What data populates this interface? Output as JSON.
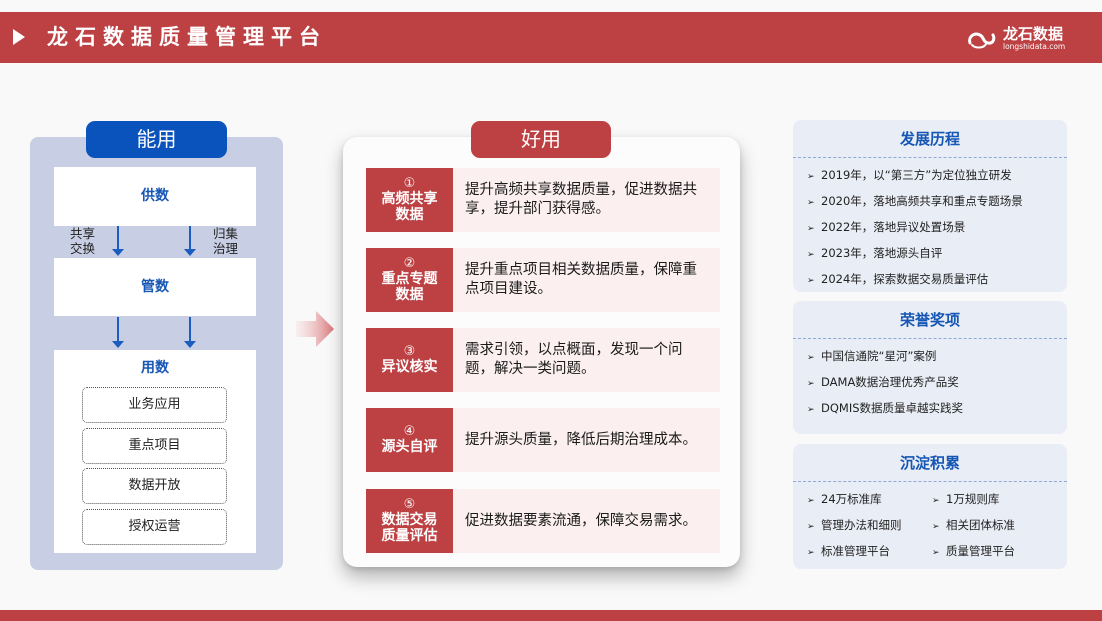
{
  "header": {
    "title": "龙石数据质量管理平台",
    "logo": {
      "name": "龙石数据",
      "domain": "longshidata.com"
    }
  },
  "left": {
    "title": "能用",
    "supply": "供数",
    "manage": "管数",
    "use": "用数",
    "flow_left_label": [
      "共享",
      "交换"
    ],
    "flow_right_label": [
      "归集",
      "治理"
    ],
    "use_items": [
      "业务应用",
      "重点项目",
      "数据开放",
      "授权运营"
    ]
  },
  "middle": {
    "title": "好用",
    "rows": [
      {
        "num": "①",
        "tag_lines": [
          "高频共享",
          "数据"
        ],
        "desc": "提升高频共享数据质量，促进数据共享，提升部门获得感。"
      },
      {
        "num": "②",
        "tag_lines": [
          "重点专题",
          "数据"
        ],
        "desc": "提升重点项目相关数据质量，保障重点项目建设。"
      },
      {
        "num": "③",
        "tag_lines": [
          "异议核实"
        ],
        "desc": "需求引领，以点概面，发现一个问题，解决一类问题。"
      },
      {
        "num": "④",
        "tag_lines": [
          "源头自评"
        ],
        "desc": "提升源头质量，降低后期治理成本。"
      },
      {
        "num": "⑤",
        "tag_lines": [
          "数据交易",
          "质量评估"
        ],
        "desc": "促进数据要素流通，保障交易需求。"
      }
    ]
  },
  "right": {
    "history": {
      "title": "发展历程",
      "items": [
        "2019年，以“第三方”为定位独立研发",
        "2020年，落地高频共享和重点专题场景",
        "2022年，落地异议处置场景",
        "2023年，落地源头自评",
        "2024年，探索数据交易质量评估"
      ]
    },
    "honors": {
      "title": "荣誉奖项",
      "items": [
        "中国信通院“星河”案例",
        "DAMA数据治理优秀产品奖",
        "DQMIS数据质量卓越实践奖"
      ]
    },
    "accumulation": {
      "title": "沉淀积累",
      "items": [
        "24万标准库",
        "1万规则库",
        "管理办法和细则",
        "相关团体标准",
        "标准管理平台",
        "质量管理平台"
      ]
    },
    "bullet": "➢"
  },
  "colors": {
    "brand_red": "#bd4043",
    "brand_blue": "#0a52bc",
    "left_panel_bg": "#c8cfe4",
    "right_panel_bg": "#e9edf5",
    "row_desc_bg": "#fbefef"
  }
}
